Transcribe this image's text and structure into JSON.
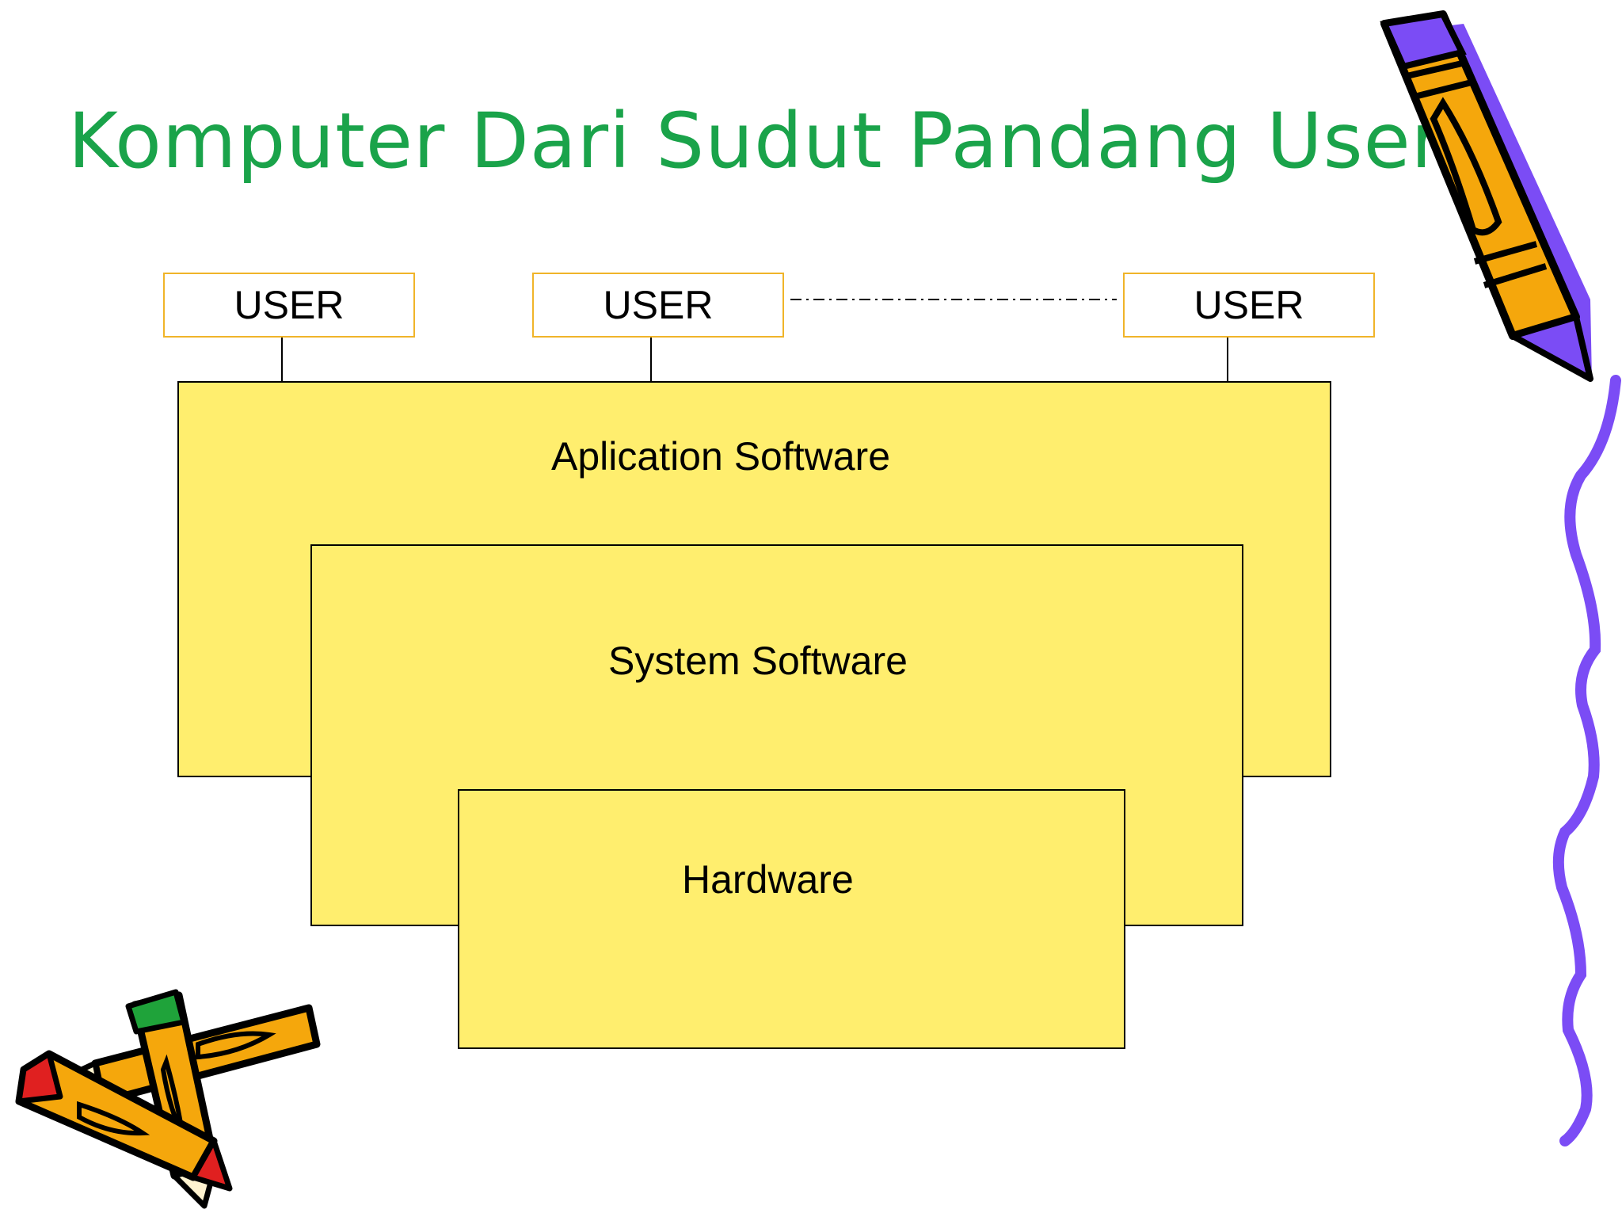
{
  "slide": {
    "title": "Komputer Dari Sudut Pandang User"
  },
  "users": [
    {
      "label": "USER"
    },
    {
      "label": "USER"
    },
    {
      "label": "USER"
    }
  ],
  "layers": {
    "application": "Aplication Software",
    "system": "System Software",
    "hardware": "Hardware"
  },
  "colors": {
    "title": "#1aa34a",
    "user_border": "#f0b429",
    "layer_fill": "#ffee6e",
    "layer_border": "#000000",
    "pencil_orange": "#f5a70c",
    "squiggle_purple": "#7b4cf5"
  },
  "icons": [
    "pencil-clipart-icon",
    "crossed-pencils-clipart-icon",
    "squiggle-line-icon"
  ]
}
